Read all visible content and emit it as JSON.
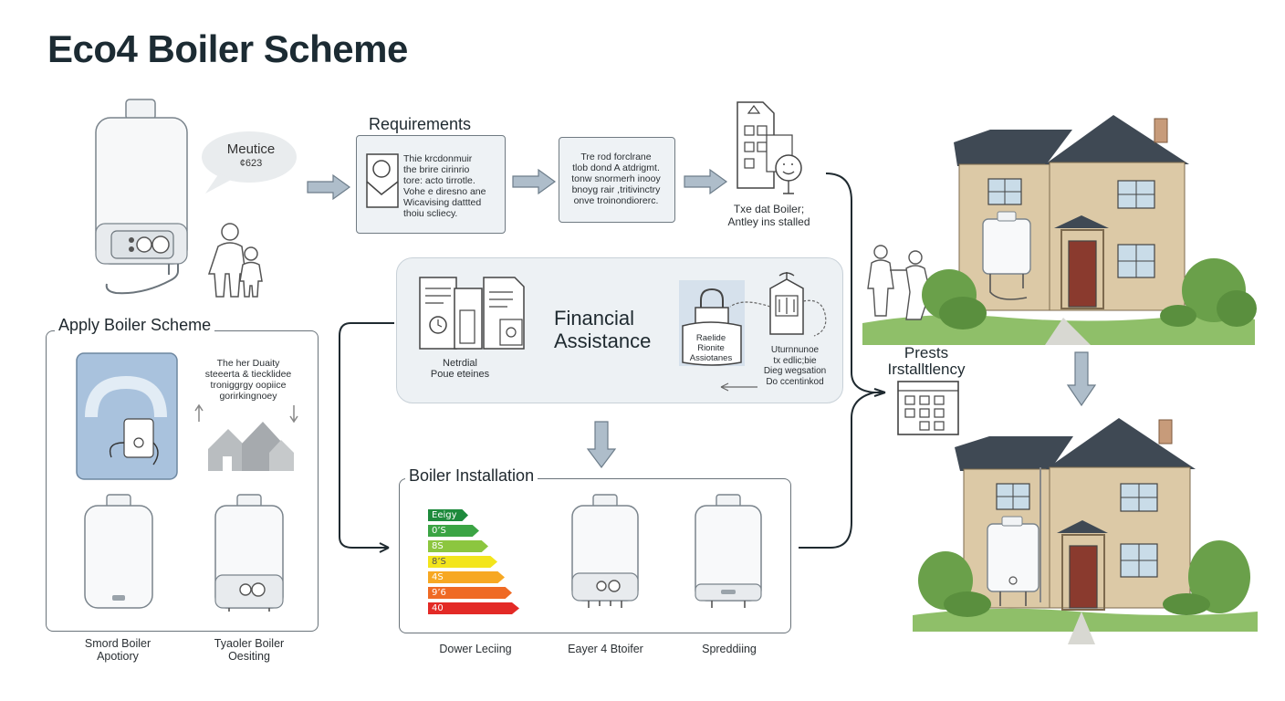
{
  "title": "Eco4 Boiler Scheme",
  "speech_bubble": {
    "line1": "Meutice",
    "line2": "¢623"
  },
  "requirements": {
    "label": "Requirements",
    "card1": [
      "Thie krcdonmuir",
      "the brire cirinrio",
      "tore: acto tirrotle.",
      "Vohe e diresno ane",
      "Wicavising dattted",
      "thoiu scliecy."
    ],
    "card2": [
      "Tre rod forclrane",
      "tlob dond A atdrigmt.",
      "tonw snormerh inooy",
      "bnoyg rair ,tritivinctry",
      "onve troinondiorerc."
    ],
    "caption": [
      "Txe dat Boiler;",
      "Antley ins stalled"
    ]
  },
  "financial": {
    "title_line1": "Financial",
    "title_line2": "Assistance",
    "docs_caption": [
      "Netrdial",
      "Poue eteines"
    ],
    "lock_caption": [
      "Raelide",
      "Rionite",
      "Assiotanes"
    ],
    "right_caption": [
      "Uturnnunoe",
      "tx edlic;bie",
      "Dieg wegsation",
      "Do ccentinkod"
    ]
  },
  "apply": {
    "label": "Apply Boiler Scheme",
    "note": [
      "The her Duaity",
      "steeerta & tiecklidee",
      "troniggrgy oopiice",
      "gorirkingnoey"
    ],
    "caption1": [
      "Smord Boiler",
      "Apotiory"
    ],
    "caption2": [
      "Tyaoler Boiler",
      "Oesiting"
    ]
  },
  "installation": {
    "label": "Boiler Installation",
    "energy_rows": [
      "Eeigy",
      "0’S",
      "8S",
      "8’S",
      "4S",
      "9’6",
      "40"
    ],
    "captions": [
      "Dower Leciing",
      "Eayer 4 Btoifer",
      "Spreddiing"
    ]
  },
  "right": {
    "label_line1": "Prests",
    "label_line2": "Irstalltlency"
  },
  "colors": {
    "energy": [
      "#1e8a3c",
      "#3ba444",
      "#8cc63f",
      "#f3e51c",
      "#f7a823",
      "#ef6a24",
      "#e32a26"
    ],
    "arrow_fill": "#aebdca",
    "panel_bg": "#edf1f4",
    "brick": "#dcc9a6",
    "roof": "#3f4954",
    "door": "#8a3a2e",
    "grass": "#6aa04a"
  },
  "icons": [
    "boiler-icon",
    "family-icon",
    "document-icon",
    "lock-icon",
    "calendar-icon",
    "house-icon",
    "handshake-icon",
    "energy-label-icon"
  ]
}
